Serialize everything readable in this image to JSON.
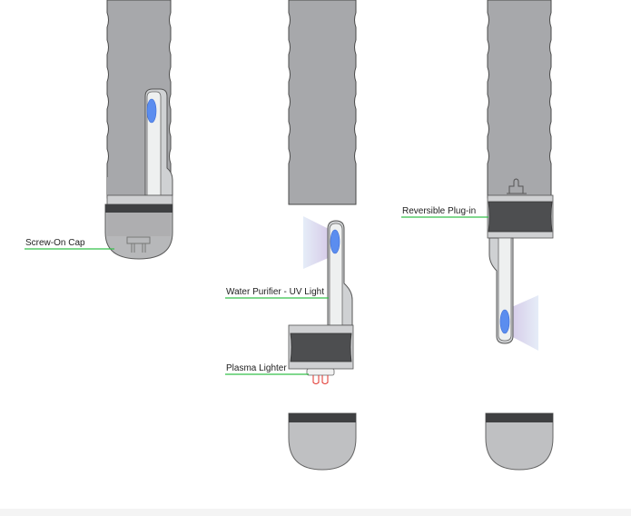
{
  "labels": {
    "screw_on_cap": "Screw-On Cap",
    "water_purifier": "Water Purifier - UV Light",
    "plasma_lighter": "Plasma Lighter",
    "reversible_plug": "Reversible Plug-in"
  },
  "colors": {
    "body": "#a7a8ab",
    "outline": "#4a4a4a",
    "band_dark": "#4d4e50",
    "band_light": "#cfd0d2",
    "cap": "#bfc0c2",
    "blade": "#eef0f0",
    "blue_led": "#5b8def",
    "leader_line": "#35c04a",
    "lighter_red": "#e0302a"
  }
}
